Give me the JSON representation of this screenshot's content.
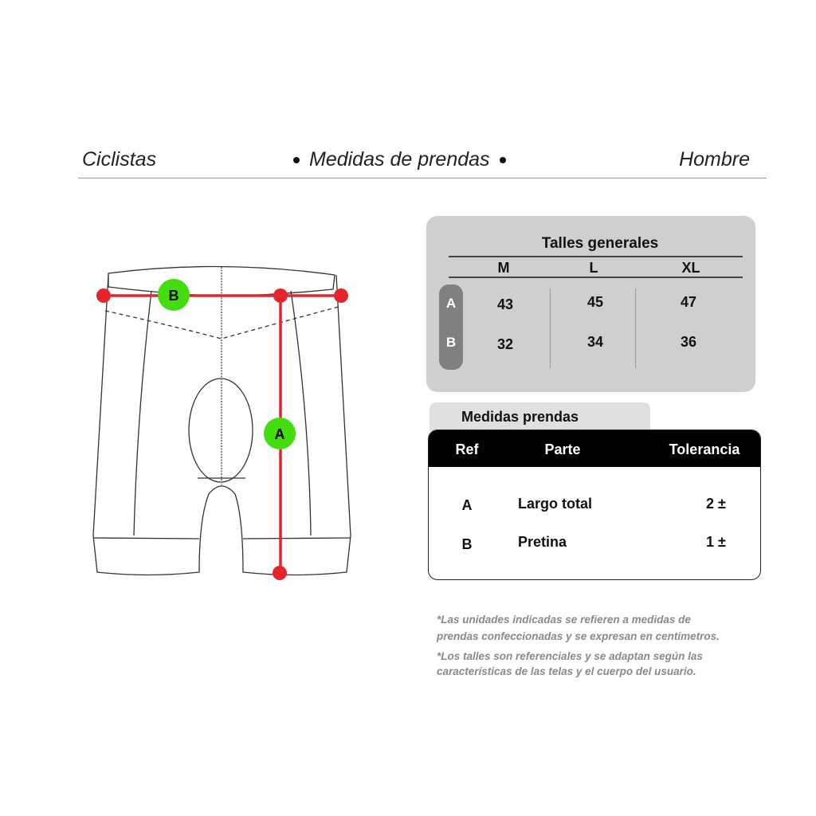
{
  "header": {
    "left": "Ciclistas",
    "center": "Medidas de prendas",
    "right": "Hombre"
  },
  "diagram": {
    "marker_a": "A",
    "marker_b": "B",
    "colors": {
      "line": "#e3262b",
      "marker": "#44dd10"
    }
  },
  "talles": {
    "title": "Talles generales",
    "sizes": [
      "M",
      "L",
      "XL"
    ],
    "rows": [
      {
        "ref": "A",
        "values": [
          "43",
          "45",
          "47"
        ]
      },
      {
        "ref": "B",
        "values": [
          "32",
          "34",
          "36"
        ]
      }
    ]
  },
  "medidas": {
    "tab_label": "Medidas prendas",
    "headers": [
      "Ref",
      "Parte",
      "Tolerancia"
    ],
    "rows": [
      {
        "ref": "A",
        "parte": "Largo total",
        "tol": "2 ±"
      },
      {
        "ref": "B",
        "parte": "Pretina",
        "tol": "1 ±"
      }
    ]
  },
  "notes": [
    "*Las unidades indicadas se refieren a medidas de",
    "prendas confeccionadas y se expresan en centímetros.",
    "*Los talles son referenciales y se adaptan según las",
    "características de las telas y el cuerpo del usuario."
  ]
}
